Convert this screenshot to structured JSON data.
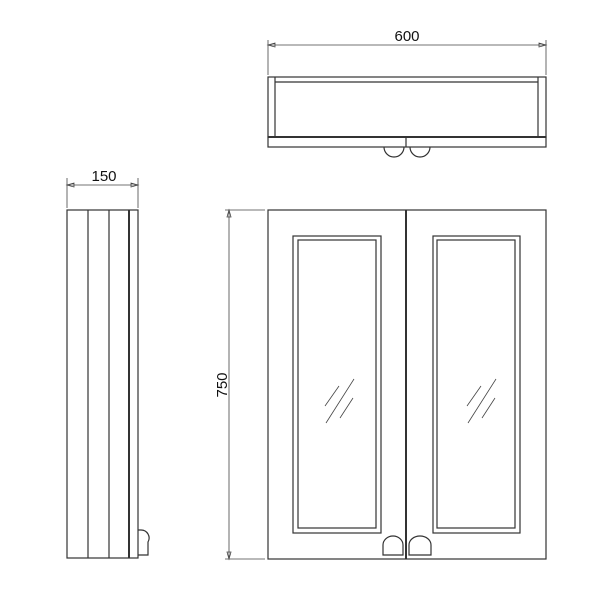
{
  "dimensions": {
    "width": "600",
    "depth": "150",
    "height": "750"
  },
  "colors": {
    "line": "#333333",
    "background": "#ffffff"
  }
}
